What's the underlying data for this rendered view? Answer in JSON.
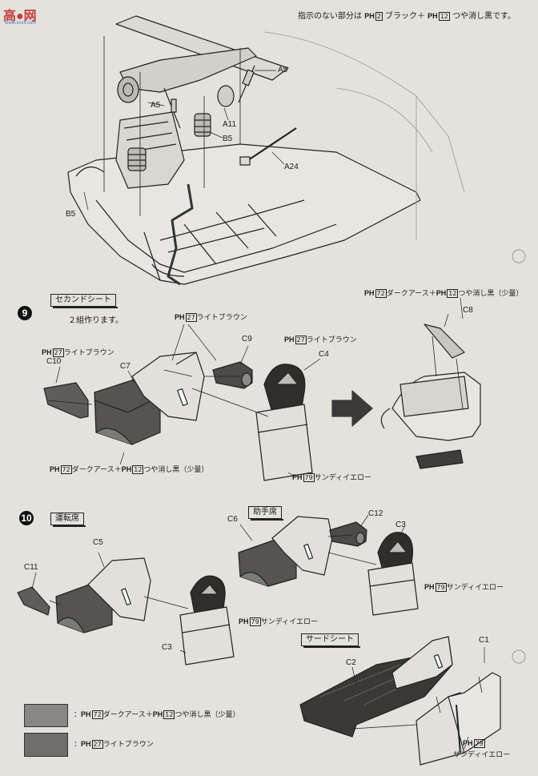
{
  "watermark": {
    "site": "高●网",
    "sub": "www.xxxx.com"
  },
  "header_note": {
    "prefix": "指示のない部分は",
    "paint1": "PH",
    "num1": "2",
    "color1": "ブラック＋",
    "paint2": "PH",
    "num2": "12",
    "color2": "つや消し黒です。"
  },
  "top_parts": {
    "a5_right": "A5",
    "a5_left": "A5",
    "a11": "A11",
    "b5_right": "B5",
    "a24": "A24",
    "b5_left": "B5"
  },
  "step9": {
    "number": "9",
    "title": "セカンドシート",
    "note": "２組作ります。",
    "paint_top": {
      "code": "PH",
      "num": "27",
      "name": "ライトブラウン"
    },
    "paint_left": {
      "code": "PH",
      "num": "27",
      "name": "ライトブラウン"
    },
    "paint_mid": {
      "code": "PH",
      "num": "27",
      "name": "ライトブラウン"
    },
    "paint_right": {
      "code": "PH",
      "num1": "72",
      "name1": "ダークアース＋",
      "code2": "PH",
      "num2": "12",
      "name2": "つや消し黒（少量）"
    },
    "paint_bottom": {
      "code": "PH",
      "num1": "72",
      "name1": "ダークアース＋",
      "code2": "PH",
      "num2": "12",
      "name2": "つや消し黒（少量）"
    },
    "paint_sandy": {
      "code": "PH",
      "num": "79",
      "name": "サンディイエロー"
    },
    "parts": {
      "c10": "C10",
      "c7": "C7",
      "c9": "C9",
      "c4": "C4",
      "c8": "C8"
    }
  },
  "step10": {
    "number": "10",
    "title_driver": "運転席",
    "title_passenger": "助手席",
    "title_third": "サードシート",
    "paint_sandy_left": {
      "code": "PH",
      "num": "79",
      "name": "サンディイエロー"
    },
    "paint_sandy_right": {
      "code": "PH",
      "num": "79",
      "name": "サンディイエロー"
    },
    "paint_sandy_third": {
      "code": "PH",
      "num": "79",
      "name": "サンディイエロー"
    },
    "parts": {
      "c11": "C11",
      "c5": "C5",
      "c3_left": "C3",
      "c6": "C6",
      "c12": "C12",
      "c3_right": "C3",
      "c2": "C2",
      "c1": "C1"
    }
  },
  "legend": [
    {
      "color": "#888784",
      "sep": "：",
      "code": "PH",
      "num1": "72",
      "name1": "ダークアース＋",
      "code2": "PH",
      "num2": "12",
      "name2": "つや消し黒（少量）"
    },
    {
      "color": "#6f6e6b",
      "sep": "：",
      "code": "PH",
      "num": "27",
      "name": "ライトブラウン"
    }
  ]
}
